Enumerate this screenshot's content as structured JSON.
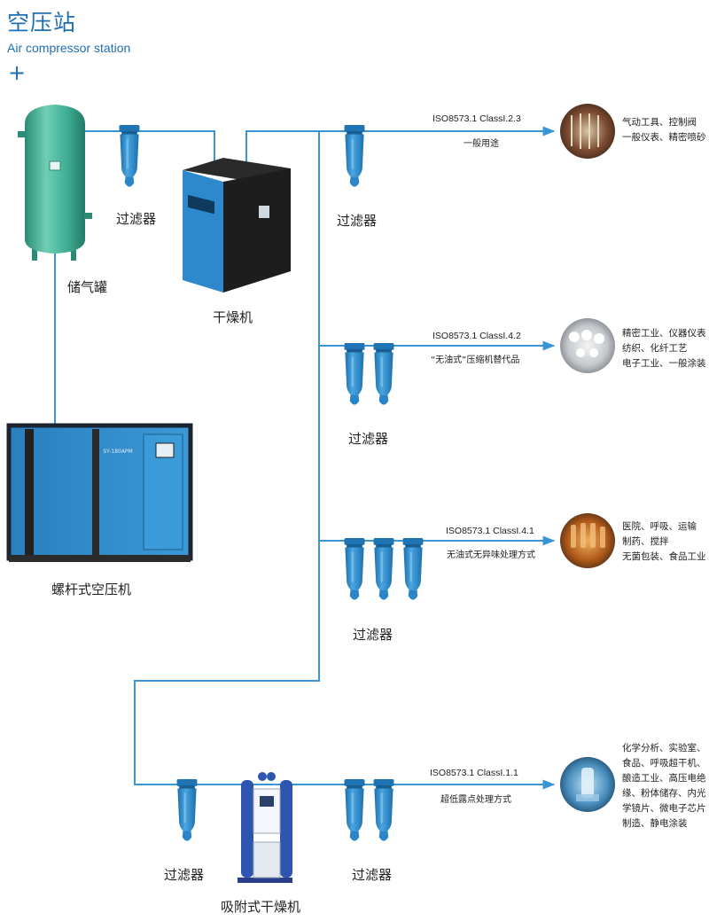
{
  "header": {
    "title": "空压站",
    "subtitle": "Air compressor station",
    "plus": "+"
  },
  "equipment": {
    "tank": "储气罐",
    "dryer": "干燥机",
    "compressor": "螺杆式空压机",
    "adsorption_dryer": "吸附式干燥机",
    "compressor_nameplate": "SY-180APM"
  },
  "filters": {
    "f1": "过滤器",
    "f2": "过滤器",
    "f3": "过滤器",
    "f4": "过滤器",
    "f5": "过滤器",
    "f6": "过滤器"
  },
  "branches": [
    {
      "iso": "ISO8573.1 ClassI.2.3",
      "note": "一般用途",
      "apps": [
        "气动工具、控制阀",
        "一般仪表、精密喷砂"
      ]
    },
    {
      "iso": "ISO8573.1 ClassI.4.2",
      "note": "“无油式”压缩机替代品",
      "apps": [
        "精密工业、仪器仪表",
        "纺织、化纤工艺",
        "电子工业、一般涂装"
      ]
    },
    {
      "iso": "ISO8573.1 ClassI.4.1",
      "note": "无油式无异味处理方式",
      "apps": [
        "医院、呼吸、运输",
        "制药、搅拌",
        "无菌包装、食品工业"
      ]
    },
    {
      "iso": "ISO8573.1 ClassI.1.1",
      "note": "超低露点处理方式",
      "apps": [
        "化学分析、实验室、",
        "食品、呼吸超干机、",
        "酿造工业、高压电绝",
        "缘、粉体储存、内光",
        "学镜片、微电子芯片",
        "制造、静电涂装"
      ]
    }
  ],
  "colors": {
    "accent": "#1e6fb4",
    "pipe": "#3a95d6",
    "filter": "#2f8ed1",
    "tank": "#3fae94",
    "compressor": "#2e86c8"
  }
}
